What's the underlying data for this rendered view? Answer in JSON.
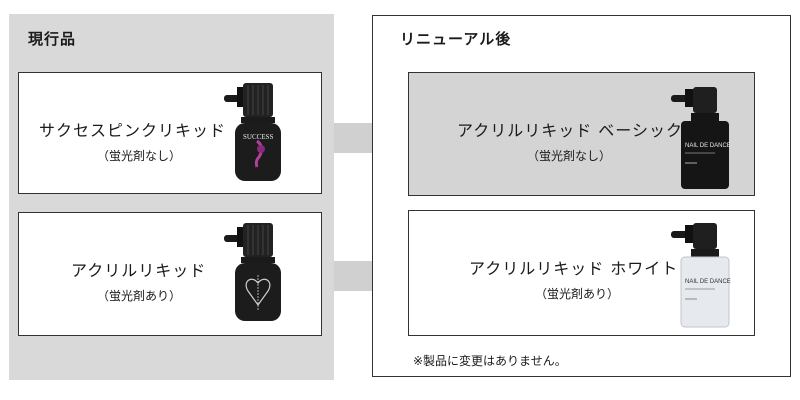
{
  "current": {
    "title": "現行品",
    "products": [
      {
        "name": "サクセスピンクリキッド",
        "note": "（蛍光剤なし）",
        "bottle_label": "SUCCESS"
      },
      {
        "name": "アクリルリキッド",
        "note": "（蛍光剤あり）",
        "bottle_label": ""
      }
    ]
  },
  "renewal": {
    "title": "リニューアル後",
    "products": [
      {
        "name": "アクリルリキッド ベーシック",
        "note": "（蛍光剤なし）",
        "bottle_label": "NAIL DE DANCE"
      },
      {
        "name": "アクリルリキッド ホワイト",
        "note": "（蛍光剤あり）",
        "bottle_label": "NAIL DE DANCE"
      }
    ],
    "footnote": "※製品に変更はありません。"
  },
  "colors": {
    "panel_gray": "#d9d9d9",
    "card_gray": "#d4d4d4",
    "arrow_gray": "#d0d0d0",
    "pink_accent": "#b0409a"
  }
}
